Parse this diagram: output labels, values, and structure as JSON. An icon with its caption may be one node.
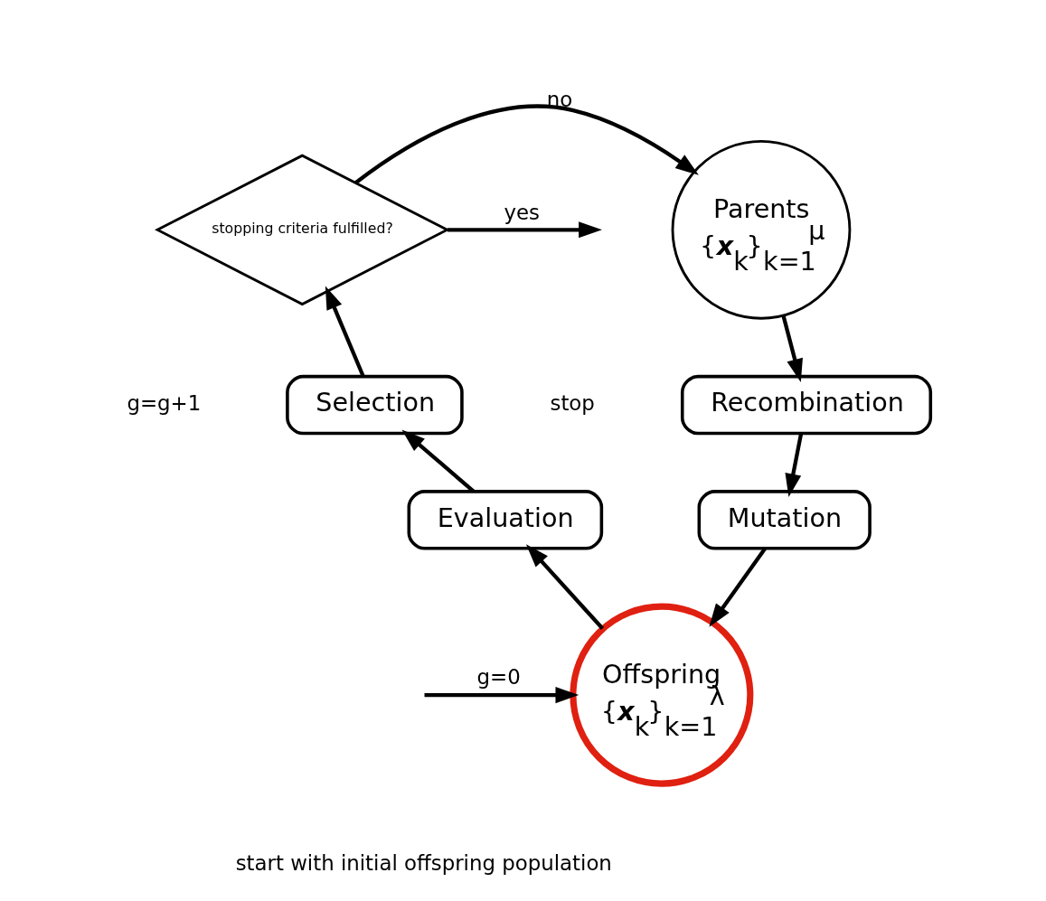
{
  "diagram": {
    "nodes": [
      {
        "text": [
          "stopping criteria fulfilled?"
        ]
      },
      {
        "text": [
          "Parents",
          "{**x**$_{k}$}$_{k=1}$$^{μ}$"
        ]
      },
      {
        "text": [
          "Recombination"
        ]
      },
      {
        "text": [
          "Mutation"
        ]
      },
      {
        "text": [
          "Offspring",
          "{**x**$_{k}$}$_{k=1}$$^{λ}$"
        ]
      },
      {
        "text": [
          "Evaluation"
        ]
      },
      {
        "text": [
          "Selection"
        ]
      }
    ],
    "edges": [
      {
        "from": 0,
        "to": 1,
        "arrow": "to",
        "label": "no"
      },
      {
        "from": 1,
        "to": 2,
        "arrow": "to"
      },
      {
        "from": 2,
        "to": 3,
        "arrow": "to"
      },
      {
        "from": 3,
        "to": 4,
        "arrow": "to"
      },
      {
        "from": 4,
        "to": 5,
        "arrow": "to"
      },
      {
        "from": 5,
        "to": 6,
        "arrow": "to"
      },
      {
        "from": 6,
        "to": 0,
        "arrow": "to"
      },
      {
        "from": 0,
        "to": null,
        "arrow": "to",
        "label": "yes"
      },
      {
        "from": null,
        "to": 4,
        "arrow": "to",
        "label": "g=0"
      }
    ],
    "labels": [
      "stop",
      "g=g+1",
      "start with initial offspring population"
    ]
  }
}
